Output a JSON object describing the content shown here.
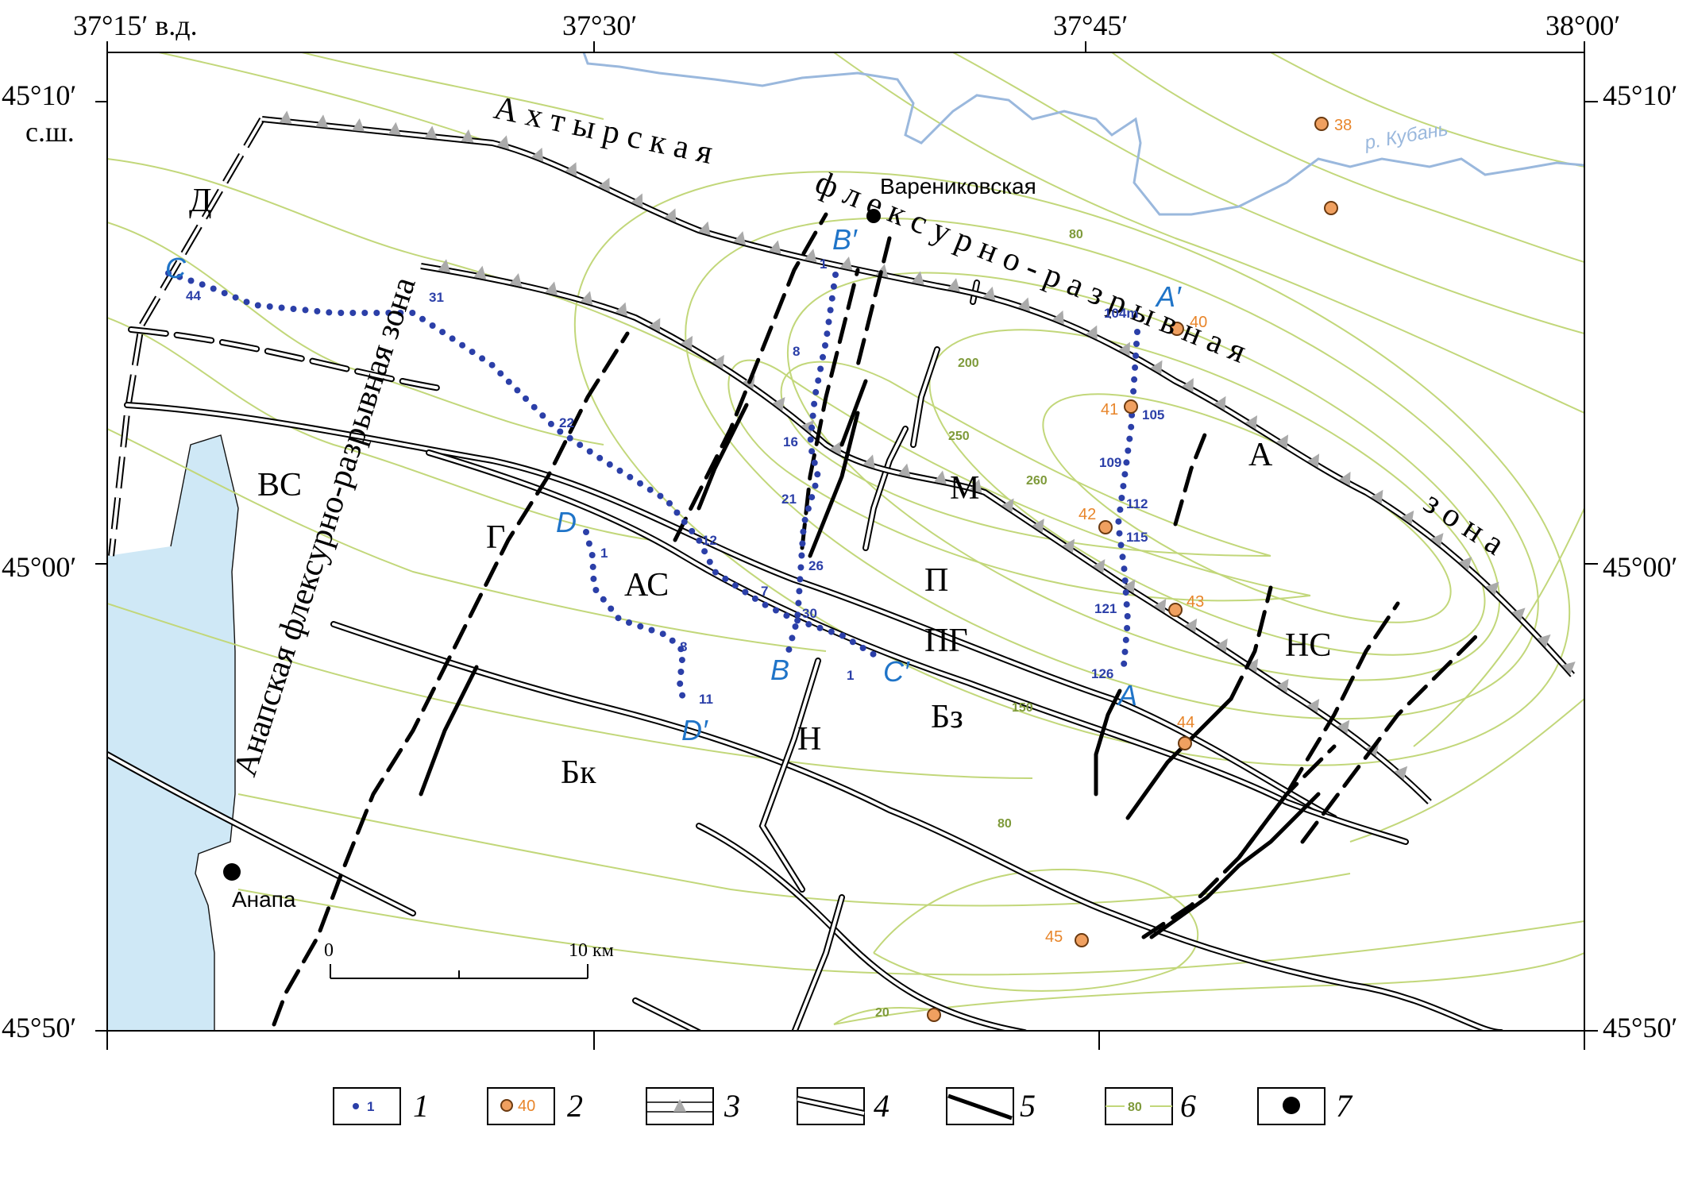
{
  "coords": {
    "top": [
      "37°15′ в.д.",
      "37°30′",
      "37°45′",
      "38°00′"
    ],
    "left": [
      {
        "deg": "45°10′",
        "sub": "с.ш."
      },
      {
        "deg": "45°00′",
        "sub": ""
      },
      {
        "deg": "45°50′",
        "sub": ""
      }
    ],
    "right": [
      "45°10′",
      "45°00′",
      "45°50′"
    ]
  },
  "zones": {
    "akhtyr": [
      "А х т ы р с к а я",
      "ф л е к с у р н о - р а з р ы в н а я",
      "з о н а"
    ],
    "anapa": "Анапская флексурно-разрывная зона"
  },
  "blocks": [
    "Д",
    "ВС",
    "Г",
    "АС",
    "М",
    "П",
    "ПГ",
    "Бз",
    "Бк",
    "Н",
    "А",
    "НС"
  ],
  "towns": [
    {
      "name": "Варениковская",
      "key": "varenikovskaya"
    },
    {
      "name": "Анапа",
      "key": "anapa"
    }
  ],
  "river": "р. Кубань",
  "profiles": {
    "letters": [
      "A",
      "A′",
      "B",
      "B′",
      "C",
      "C′",
      "D",
      "D′"
    ],
    "numbers": {
      "A": [
        "104m",
        "105",
        "109",
        "112",
        "115",
        "121",
        "126"
      ],
      "B": [
        "1",
        "8",
        "16",
        "21",
        "26",
        "30"
      ],
      "C": [
        "44",
        "31",
        "22",
        "12",
        "7",
        "1"
      ],
      "D": [
        "1",
        "8",
        "11"
      ]
    }
  },
  "wells": [
    "38",
    "40",
    "41",
    "42",
    "43",
    "44",
    "45",
    "20"
  ],
  "isolines": [
    "80",
    "200",
    "250",
    "260",
    "150",
    "80"
  ],
  "scale": {
    "start": "0",
    "end": "10 км"
  },
  "legend": [
    {
      "num": "1",
      "sample": "1",
      "icon": "profile-point-icon"
    },
    {
      "num": "2",
      "sample": "40",
      "icon": "well-icon"
    },
    {
      "num": "3",
      "sample": "",
      "icon": "thrust-fault-icon"
    },
    {
      "num": "4",
      "sample": "",
      "icon": "fault-zone-icon"
    },
    {
      "num": "5",
      "sample": "",
      "icon": "transverse-fault-icon"
    },
    {
      "num": "6",
      "sample": "80",
      "icon": "isoline-icon"
    },
    {
      "num": "7",
      "sample": "",
      "icon": "settlement-icon"
    }
  ],
  "colors": {
    "sea": "#cfe8f6",
    "isoline": "#c2d77a",
    "profile": "#2b3fa8",
    "profile_label": "#1f74c8",
    "well": "#e8852a",
    "river": "#9ab8dd"
  }
}
